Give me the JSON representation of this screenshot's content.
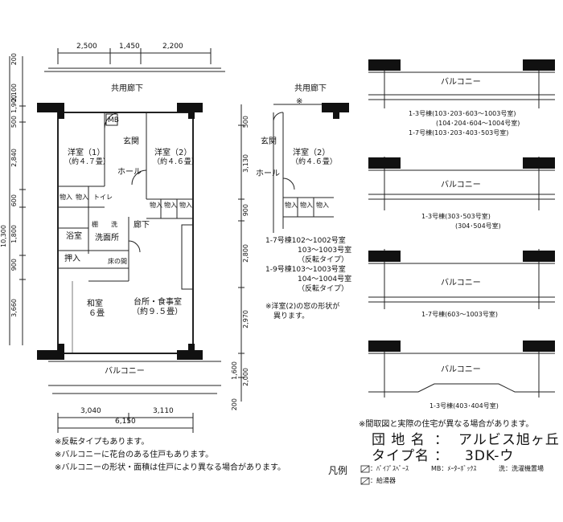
{
  "main_plan": {
    "dims_top": [
      "2,500",
      "1,450",
      "2,200"
    ],
    "dims_left": [
      "200",
      "2,100",
      "1,900",
      "500",
      "2,840",
      "600",
      "1,800",
      "900",
      "3,660"
    ],
    "dim_total_left": "10,300",
    "dims_right": [
      "500",
      "3,130",
      "900",
      "2,800",
      "2,970",
      "1,600",
      "2,000",
      "200"
    ],
    "dims_bottom": [
      "3,040",
      "3,110"
    ],
    "dim_total_bottom": "6,150",
    "corridor": "共用廊下",
    "balcony": "バルコニー",
    "rooms": {
      "western1": "洋室（1）",
      "western1_size": "（約４.７畳）",
      "genkan": "玄関",
      "hall": "ホール",
      "western2": "洋室（2）",
      "western2_size": "（約４.６畳）",
      "mb": "MB",
      "storage": "物入",
      "shoe": "棚",
      "toilet": "トイレ",
      "wash_mark": "洗",
      "bath": "浴室",
      "washroom": "洗面所",
      "oshiire": "押入",
      "tokonoma": "床の間",
      "hallway": "廊下",
      "washitsu": "和室",
      "washitsu_size": "６畳",
      "kitchen": "台所・食事室",
      "kitchen_size": "（約９.５畳）"
    }
  },
  "reverse_plan": {
    "corridor": "共用廊下",
    "asterisk": "※",
    "genkan": "玄関",
    "hall": "ホール",
    "western2": "洋室（2）",
    "western2_size": "（約４.６畳）",
    "storage": "物入",
    "note_lines": [
      "1-7号棟102～1002号室",
      "103～1003号室",
      "（反転タイプ）",
      "1-9号棟103～1003号室",
      "104～1004号室",
      "（反転タイプ）"
    ],
    "window_note_1": "※洋室(2)の窓の形状が",
    "window_note_2": "異ります。"
  },
  "balcony_variants": [
    {
      "label": "バルコニー",
      "lines": [
        "1-3号棟(103･203･603～1003号室)",
        "(104･204･604～1004号室)",
        "1-7号棟(103･203･403･503号室)"
      ]
    },
    {
      "label": "バルコニー",
      "lines": [
        "1-3号棟(303･503号室)",
        "(304･504号室)"
      ]
    },
    {
      "label": "バルコニー",
      "lines": [
        "1-7号棟(603～1003号室)"
      ]
    },
    {
      "label": "バルコニー",
      "lines": [
        "1-3号棟(403･404号室)"
      ]
    }
  ],
  "notes": [
    "※反転タイプもあります。",
    "※バルコニーに花台のある住戸もあります。",
    "※バルコニーの形状・面積は住戸により異なる場合があります。"
  ],
  "disclaimer": "※間取図と実際の住宅が異なる場合があります。",
  "info": {
    "complex_label": "団 地 名",
    "complex_sep": "：",
    "complex_value": "アルビス旭ヶ丘",
    "type_label": "タイプ名",
    "type_sep": "：",
    "type_value": "3DK-ウ"
  },
  "legend": {
    "title": "凡例",
    "pipe_space": "：ﾊﾟｲﾌﾟｽﾍﾟｰｽ",
    "meter_box": "MB：ﾒｰﾀｰﾎﾞｯｸｽ",
    "washer": "洗：洗濯機置場",
    "water_heater": "：給湯器"
  }
}
